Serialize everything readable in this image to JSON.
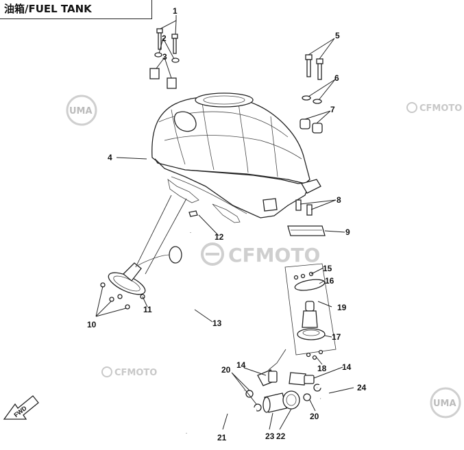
{
  "title": "油箱/FUEL TANK",
  "watermarks": {
    "cfmoto": "CFMOTO",
    "uma": "UMA"
  },
  "fwd_arrow": "FWD",
  "callouts": [
    "1",
    "2",
    "3",
    "4",
    "5",
    "6",
    "7",
    "8",
    "9",
    "10",
    "11",
    "12",
    "13",
    "14",
    "14",
    "15",
    "16",
    "17",
    "18",
    "19",
    "20",
    "20",
    "21",
    "22",
    "23",
    "24"
  ],
  "colors": {
    "line": "#222222",
    "watermark": "#c8c8c8"
  }
}
